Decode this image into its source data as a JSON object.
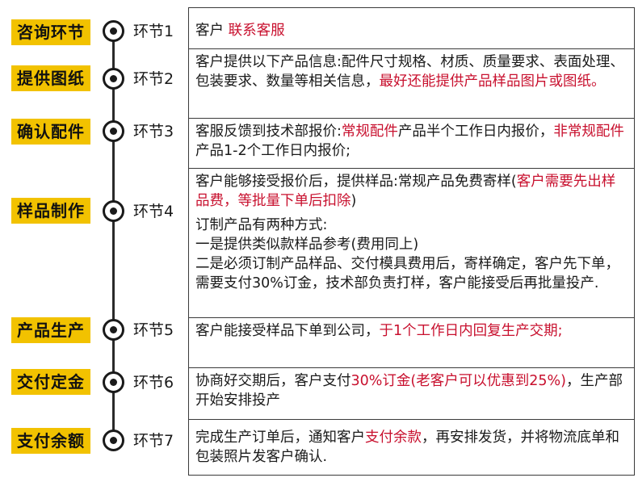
{
  "steps": [
    {
      "badge": "咨询环节",
      "label": "环节1"
    },
    {
      "badge": "提供图纸",
      "label": "环节2"
    },
    {
      "badge": "确认配件",
      "label": "环节3"
    },
    {
      "badge": "样品制作",
      "label": "环节4"
    },
    {
      "badge": "产品生产",
      "label": "环节5"
    },
    {
      "badge": "交付定金",
      "label": "环节6"
    },
    {
      "badge": "支付余额",
      "label": "环节7"
    }
  ],
  "rows": [
    {
      "t0": "客户 ",
      "r0": "联系客服"
    },
    {
      "t0": "客户提供以下产品信息:配件尺寸规格、材质、质量要求、表面处理、包装要求、数量等相关信息，",
      "r0": "最好还能提供产品样品图片或图纸。"
    },
    {
      "t0": "客服反馈到技术部报价:",
      "r0": "常规配件",
      "t1": "产品半个工作日内报价，",
      "r1": "非常规配件",
      "t2": "产品1-2个工作日内报价;"
    },
    {
      "t0": "客户能够接受报价后，提供样品:常规产品免费寄样(",
      "r0": "客户需要先出样品费，等批量下单后扣除",
      "t1": ")",
      "l1": "订制产品有两种方式:",
      "l2": "一是提供类似款样品参考(费用同上)",
      "l3": "二是必须订制产品样品、交付模具费用后，寄样确定，客户先下单，需要支付30%订金，技术部负责打样，客户能接受后再批量投产."
    },
    {
      "t0": "客户能接受样品下单到公司，",
      "r0": "于1个工作日内回复生产交期;"
    },
    {
      "t0": "协商好交期后，客户支付",
      "r0": "30%订金(老客户可以优惠到25%)",
      "t1": "，生产部开始安排投产"
    },
    {
      "t0": "完成生产订单后，通知客户",
      "r0": "支付余款",
      "t1": "，再安排发货，并将物流底单和包装照片发客户确认."
    }
  ]
}
